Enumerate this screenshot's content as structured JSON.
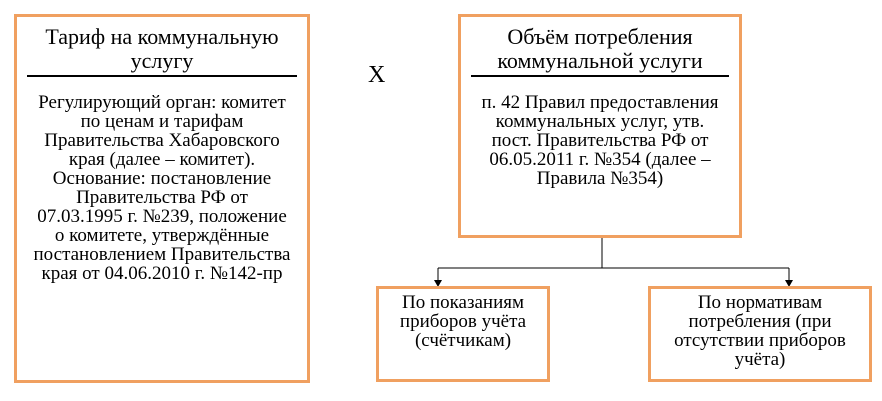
{
  "tariff": {
    "title": "Тариф на коммунальную услугу",
    "body": "Регулирующий орган: комитет по ценам и тарифам Правительства Хабаровского края (далее – комитет). Основание: постановление Правительства РФ от 07.03.1995 г. №239, положение о комитете, утверждённые постановлением Правительства края от 04.06.2010 г. №142-пр"
  },
  "operator": "Х",
  "volume": {
    "title": "Объём потребления коммунальной услуги",
    "body": "п. 42 Правил предоставления коммунальных услуг, утв. пост. Правительства РФ от 06.05.2011 г. №354 (далее – Правила №354)"
  },
  "by_meters": "По показаниям приборов учёта (счётчикам)",
  "by_norms": "По нормативам потребления (при отсутствии приборов учёта)",
  "colors": {
    "border": "#f0a060",
    "line": "#000000"
  }
}
